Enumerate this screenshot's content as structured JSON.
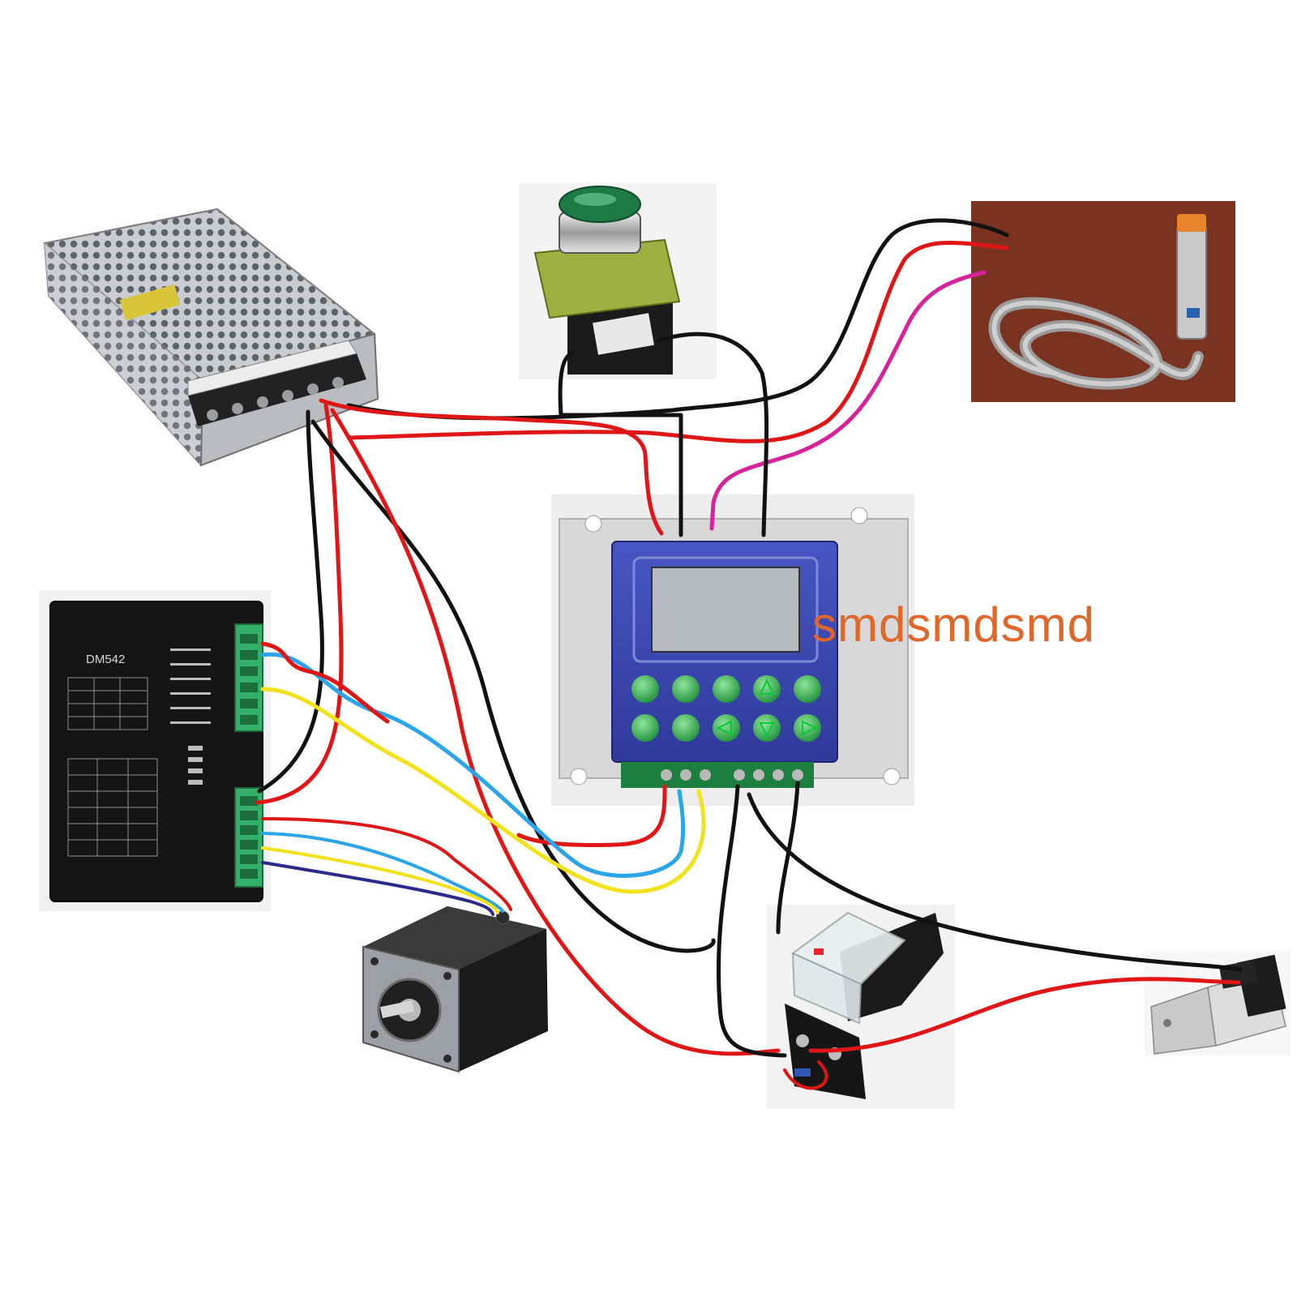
{
  "watermark": "smdsmdsmd",
  "driver": {
    "model": "DM542"
  },
  "colors": {
    "wire_red": "#e01515",
    "wire_black": "#111111",
    "wire_blue": "#2aa6e8",
    "wire_yellow": "#f2e21c",
    "wire_magenta": "#d5249a",
    "wire_navy": "#2a2a8a",
    "watermark": "#e0662a",
    "controller_panel": "#3f4cb8",
    "controller_keys": "#2fa84a",
    "sensor_background": "#7a3320"
  },
  "components": [
    {
      "name": "power-supply",
      "icon": "psu-icon"
    },
    {
      "name": "push-button",
      "icon": "push-button-icon"
    },
    {
      "name": "proximity-sensor",
      "icon": "sensor-icon"
    },
    {
      "name": "controller",
      "icon": "controller-icon"
    },
    {
      "name": "stepper-driver",
      "icon": "driver-icon"
    },
    {
      "name": "stepper-motor",
      "icon": "motor-icon"
    },
    {
      "name": "relay",
      "icon": "relay-icon"
    },
    {
      "name": "solenoid-valve",
      "icon": "valve-icon"
    }
  ]
}
